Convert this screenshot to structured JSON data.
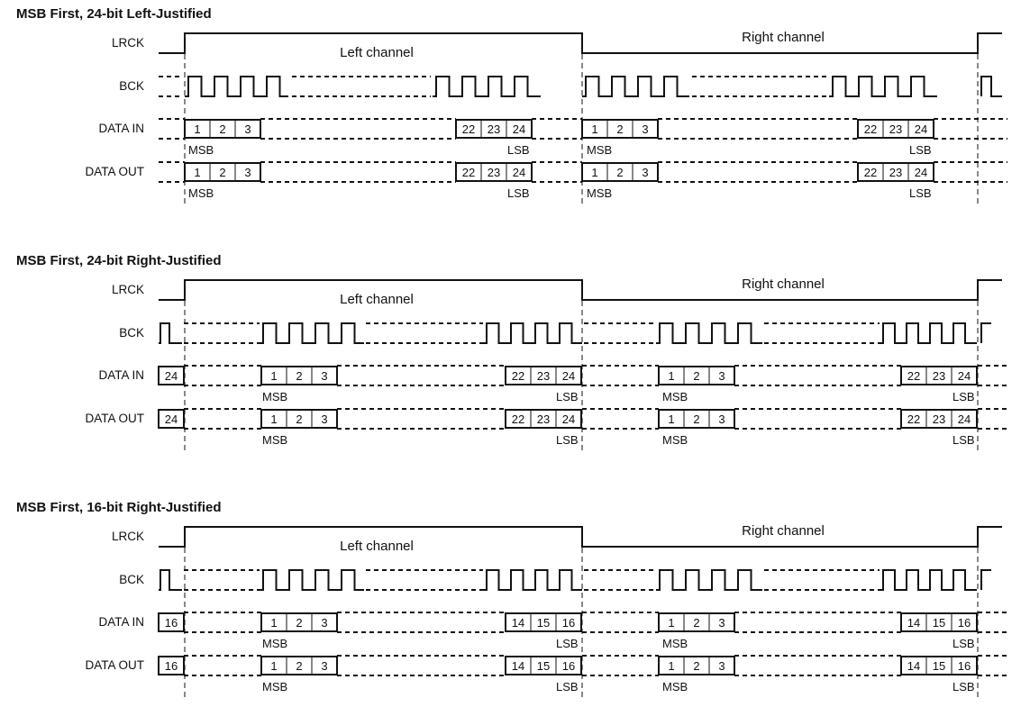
{
  "signals": {
    "lrck": "LRCK",
    "bck": "BCK",
    "data_in": "DATA IN",
    "data_out": "DATA OUT"
  },
  "labels": {
    "left_channel": "Left channel",
    "right_channel": "Right channel",
    "msb": "MSB",
    "lsb": "LSB"
  },
  "sections": [
    {
      "title": "MSB First, 24-bit Left-Justified",
      "mode": "left",
      "first_bits": [
        "1",
        "2",
        "3"
      ],
      "last_bits": [
        "22",
        "23",
        "24"
      ],
      "prev_bit": ""
    },
    {
      "title": "MSB First, 24-bit Right-Justified",
      "mode": "right",
      "first_bits": [
        "1",
        "2",
        "3"
      ],
      "last_bits": [
        "22",
        "23",
        "24"
      ],
      "prev_bit": "24"
    },
    {
      "title": "MSB First, 16-bit Right-Justified",
      "mode": "right",
      "first_bits": [
        "1",
        "2",
        "3"
      ],
      "last_bits": [
        "14",
        "15",
        "16"
      ],
      "prev_bit": "16"
    }
  ]
}
